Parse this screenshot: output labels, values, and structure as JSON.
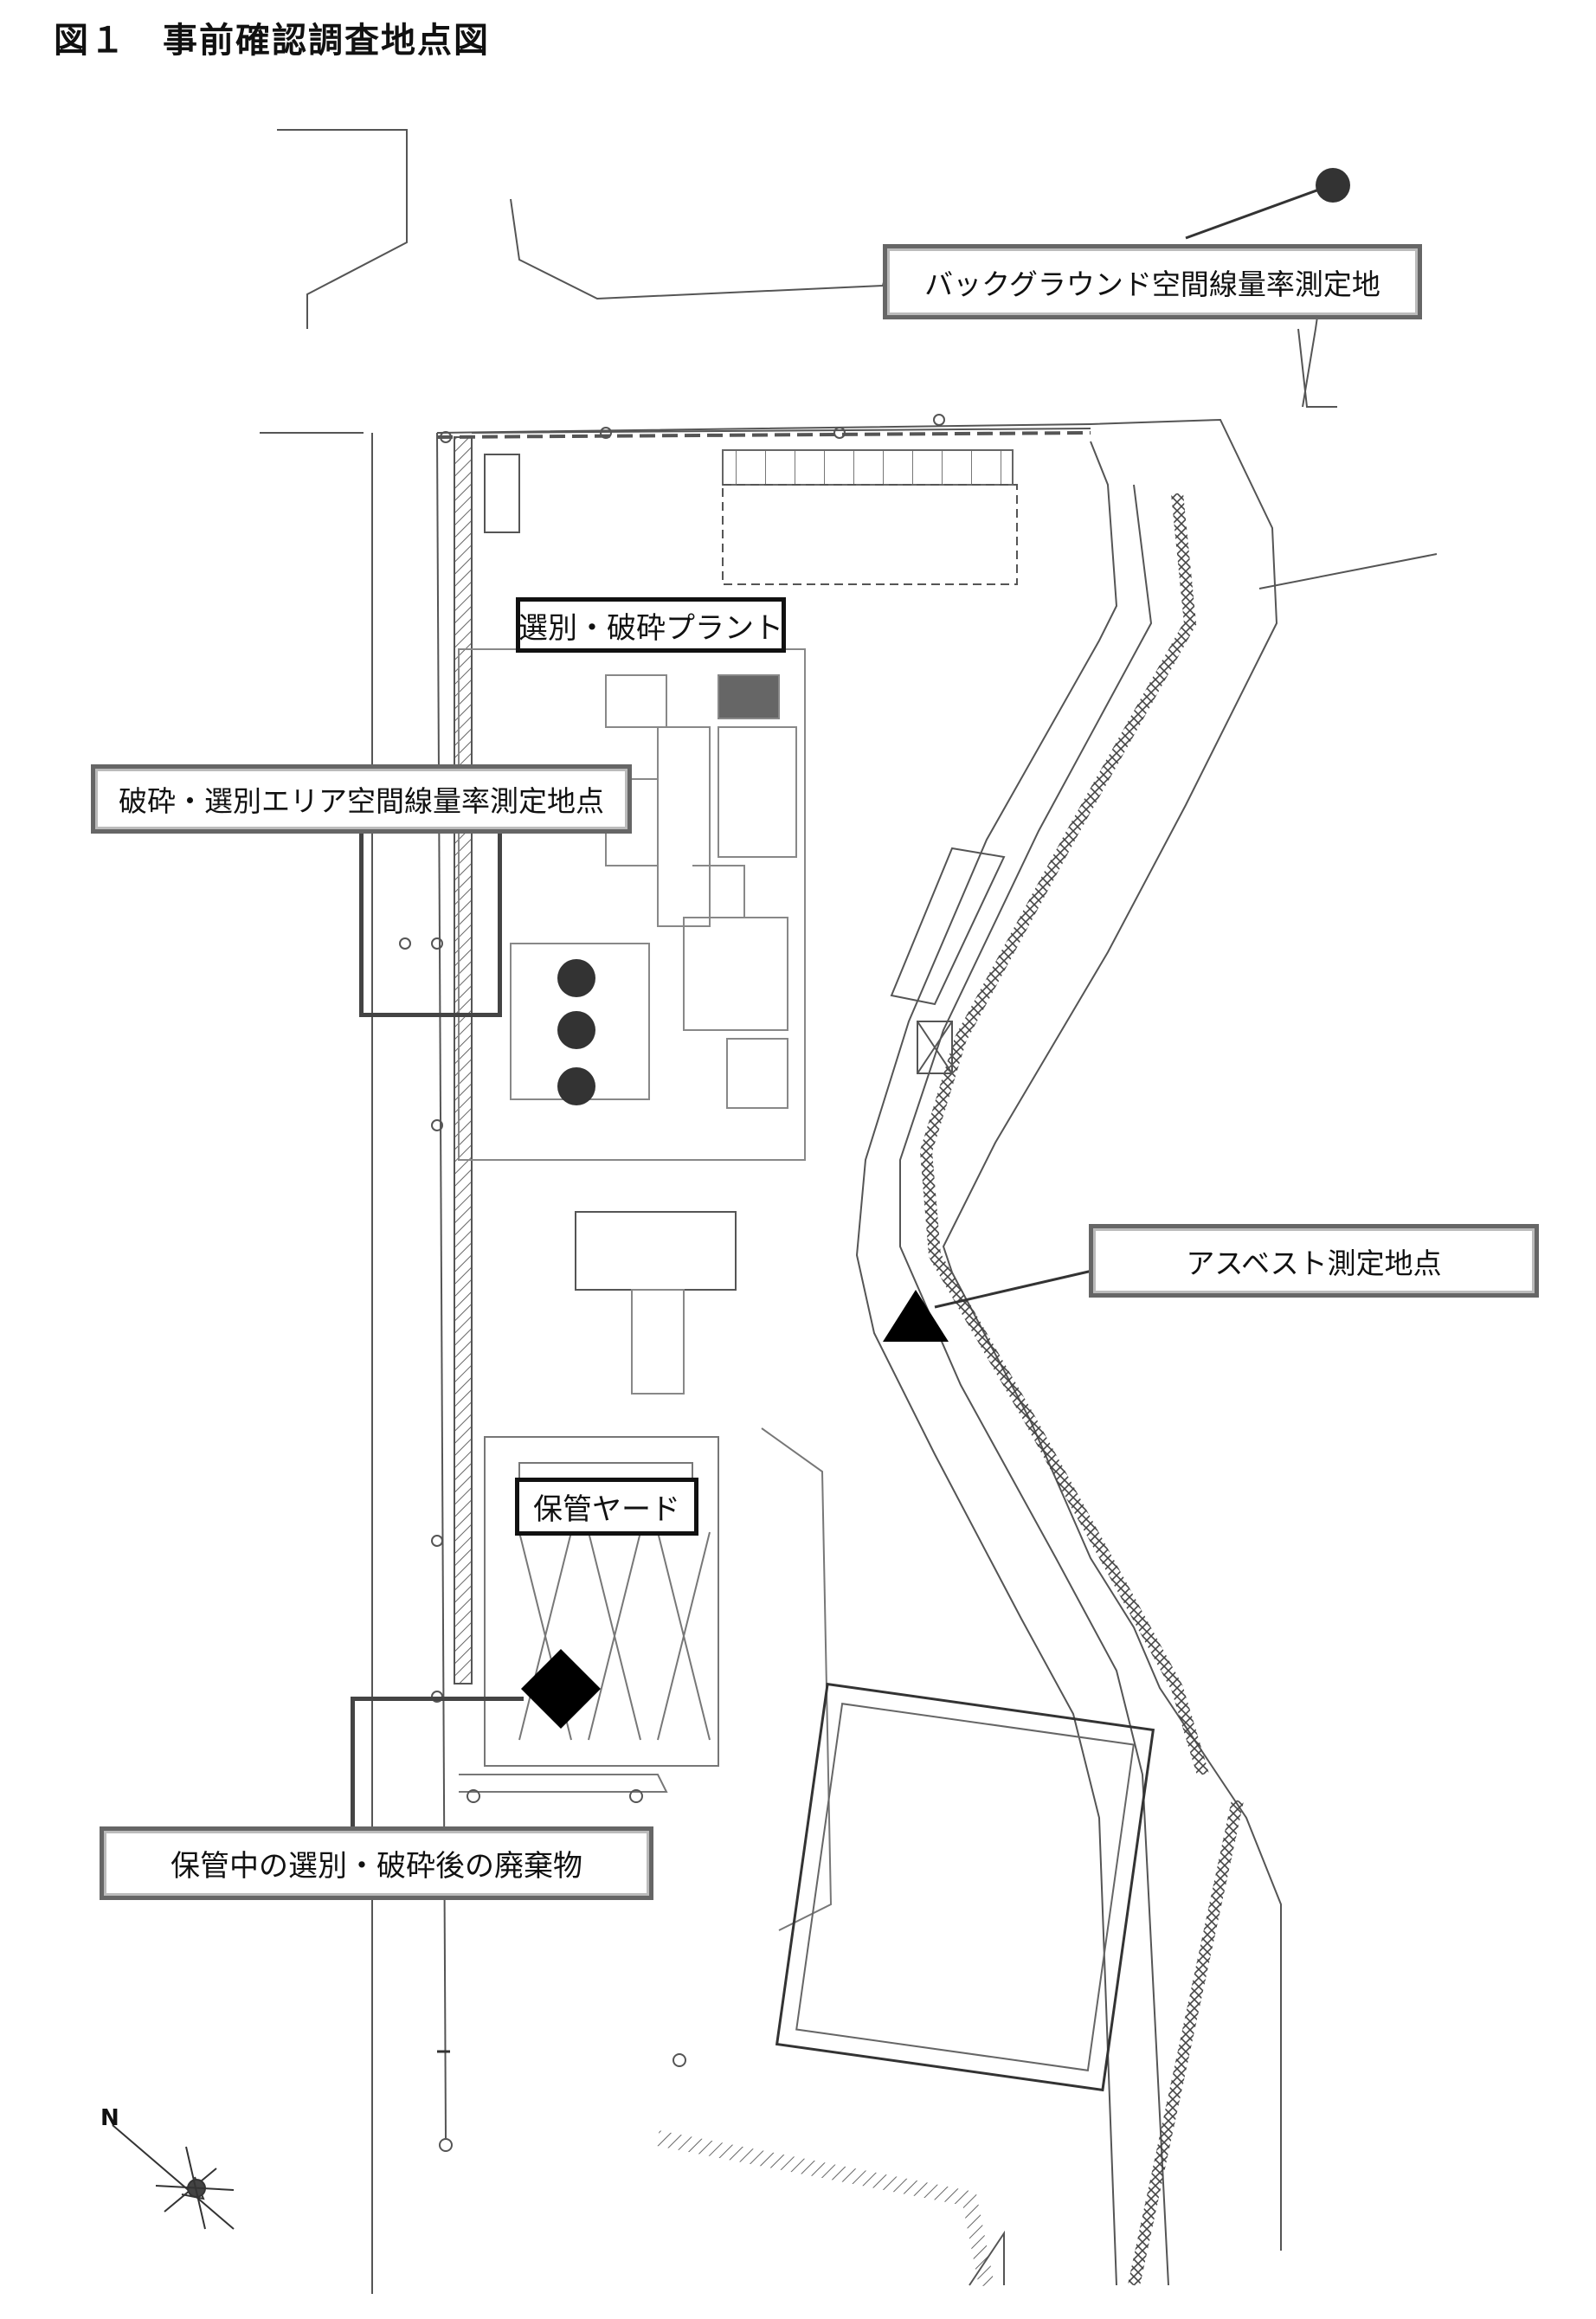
{
  "figure": {
    "title": "図１　事前確認調査地点図"
  },
  "labels": {
    "background": "バックグラウンド空間線量率測定地",
    "plant": "選別・破砕プラント",
    "sorting_area": "破砕・選別エリア空間線量率測定地点",
    "asbestos": "アスベスト測定地点",
    "storage_yard": "保管ヤード",
    "stored_waste": "保管中の選別・破砕後の廃棄物"
  },
  "markers": {
    "background_point": "circle",
    "sorting_area_points": "circle",
    "asbestos_point": "triangle",
    "waste_point": "diamond"
  },
  "colors": {
    "line": "#444444",
    "marker_circle": "#333333",
    "marker_solid": "#000000"
  },
  "compass": {
    "north": "N"
  }
}
